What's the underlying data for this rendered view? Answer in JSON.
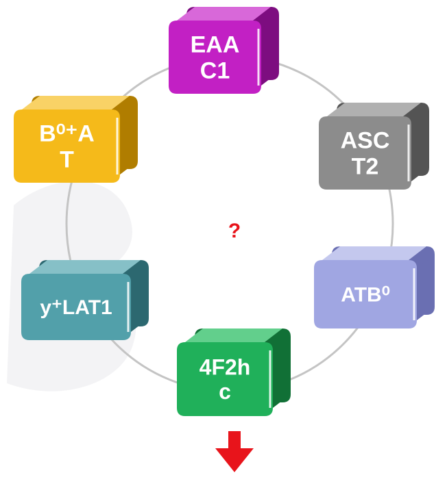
{
  "diagram": {
    "center_label": "?",
    "nodes": [
      {
        "id": "eaac1",
        "lines": [
          "EAA",
          "C1"
        ],
        "face": "#c220c4",
        "side": "#7d0d80",
        "top": "#d868d9"
      },
      {
        "id": "asct2",
        "lines": [
          "ASC",
          "T2"
        ],
        "face": "#8c8c8c",
        "side": "#545454",
        "top": "#b0b0b0"
      },
      {
        "id": "atb0",
        "lines": [
          "ATB⁰"
        ],
        "face": "#a0a6e2",
        "side": "#6a6fb2",
        "top": "#c4c8ee",
        "text": "#111111"
      },
      {
        "id": "4f2hc",
        "lines": [
          "4F2h",
          "c"
        ],
        "face": "#20b05a",
        "side": "#117036",
        "top": "#62cf8c"
      },
      {
        "id": "ylat1",
        "lines": [
          "y⁺LAT1"
        ],
        "face": "#52a0aa",
        "side": "#2c6870",
        "top": "#86c0c7"
      },
      {
        "id": "b0at",
        "lines": [
          "B⁰⁺A",
          "T"
        ],
        "face": "#f5ba1a",
        "side": "#b07d00",
        "top": "#f9d266",
        "text": "#111111"
      }
    ],
    "colors": {
      "ring": "#c4c4c4",
      "arrow": "#e8141b",
      "watermark": "#e9e9ec"
    }
  }
}
